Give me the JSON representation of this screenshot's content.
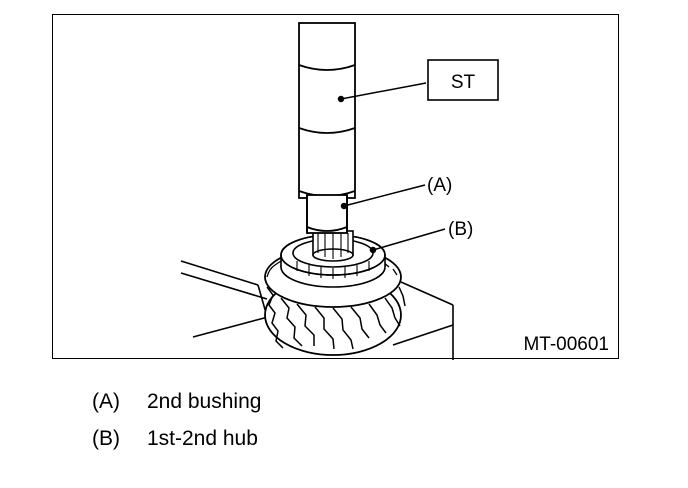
{
  "figure": {
    "tool_label": "ST",
    "callout_a": "(A)",
    "callout_b": "(B)",
    "figure_id": "MT-00601"
  },
  "legend": [
    {
      "key": "(A)",
      "text": "2nd bushing"
    },
    {
      "key": "(B)",
      "text": "1st-2nd hub"
    }
  ]
}
